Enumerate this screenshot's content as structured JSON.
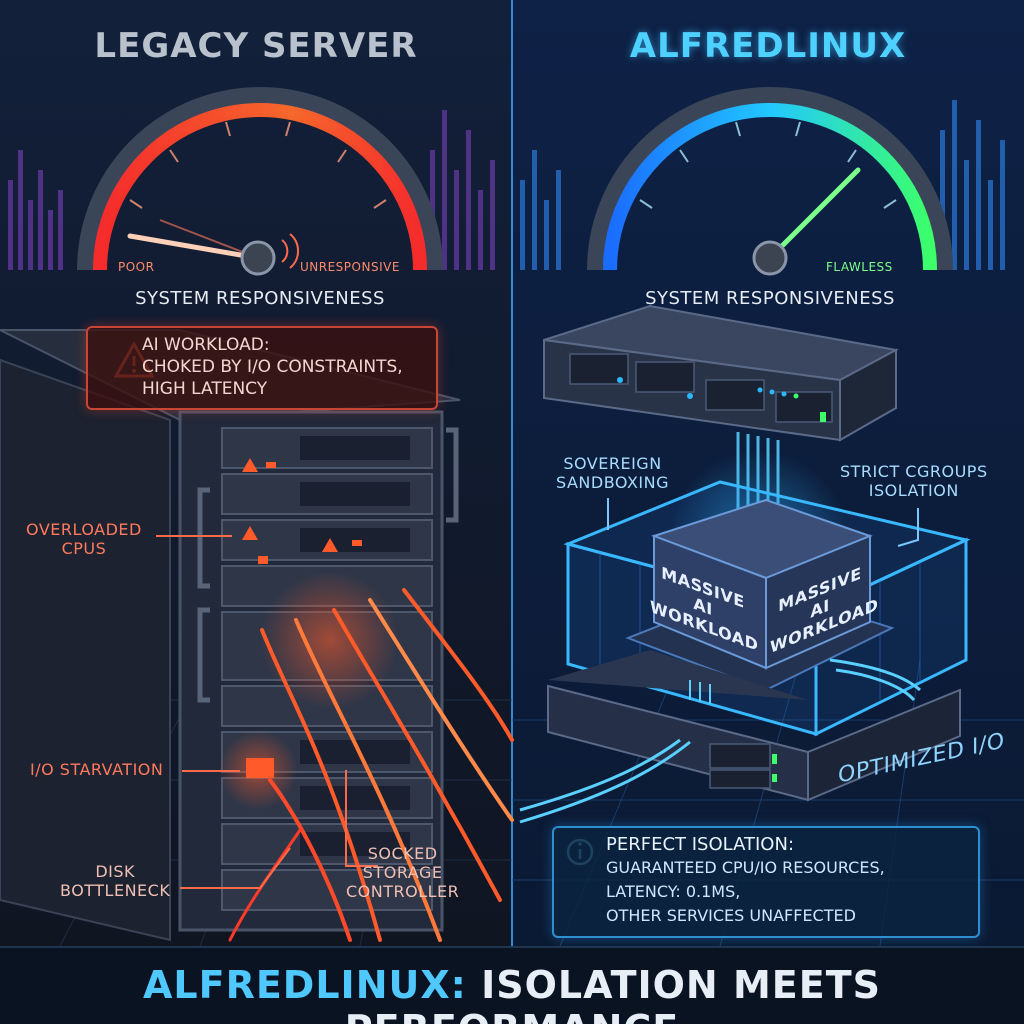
{
  "left": {
    "title": "LEGACY SERVER",
    "gauge": {
      "min_label": "POOR",
      "max_label": "UNRESPONSIVE",
      "caption": "SYSTEM RESPONSIVENESS"
    },
    "warning": {
      "icon": "warning-triangle-icon",
      "text": "AI WORKLOAD:\nCHOKED BY I/O CONSTRAINTS,\nHIGH LATENCY"
    },
    "callouts": {
      "cpus": "OVERLOADED\nCPUS",
      "io": "I/O STARVATION",
      "disk": "DISK\nBOTTLENECK",
      "storage": "SOCKED\nSTORAGE\nCONTROLLER"
    }
  },
  "right": {
    "title": "ALFREDLINUX",
    "gauge": {
      "max_label": "FLAWLESS",
      "caption": "SYSTEM RESPONSIVENESS"
    },
    "callouts": {
      "sandbox": "SOVEREIGN\nSANDBOXING",
      "cgroups": "STRICT CGROUPS\nISOLATION",
      "cube_left": "MASSIVE\nAI WORKLOAD",
      "cube_right": "MASSIVE\nAI WORKLOAD",
      "io": "OPTIMIZED I/O"
    },
    "info": {
      "icon": "info-icon",
      "heading": "PERFECT ISOLATION:",
      "text": "GUARANTEED CPU/IO RESOURCES,\nLATENCY: 0.1ms,\nOTHER SERVICES UNAFFECTED"
    }
  },
  "footer": {
    "brand": "ALFREDLINUX:",
    "rest": " ISOLATION MEETS PERFORMANCE"
  },
  "colors": {
    "legacy_accent": "#ff4a30",
    "alfred_accent": "#33c4ff",
    "good": "#3cff6a"
  }
}
